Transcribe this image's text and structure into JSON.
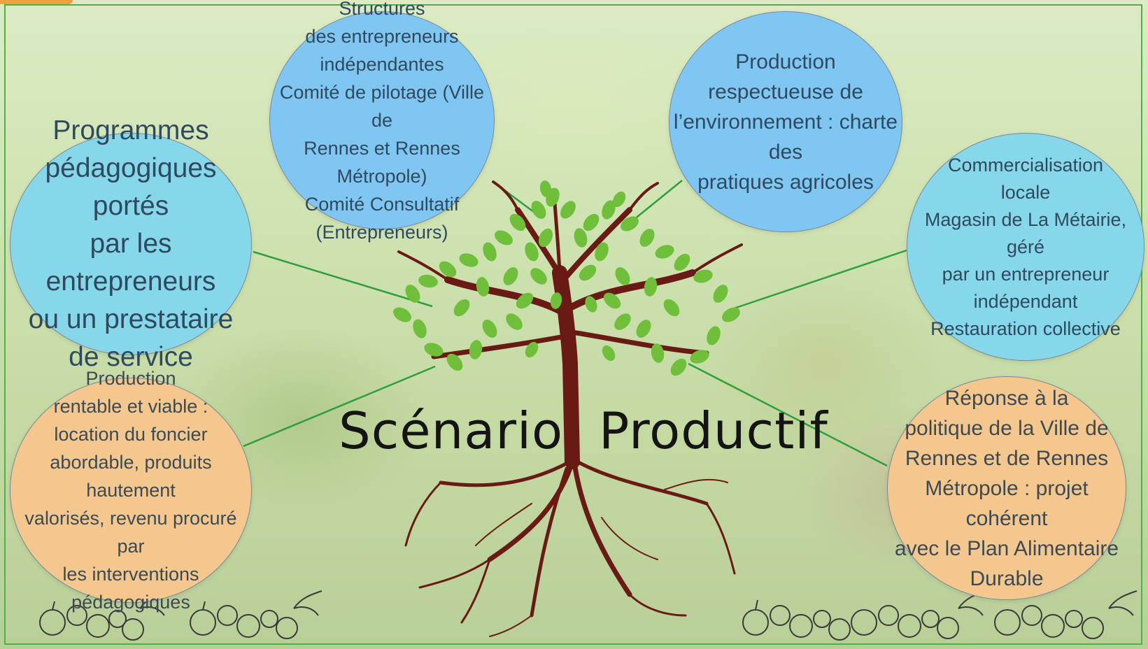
{
  "title": {
    "left": "Scénario",
    "right": "Productif"
  },
  "bubbles": {
    "structures": "Structures\ndes entrepreneurs\nindépendantes\nComité de pilotage (Ville de\nRennes et Rennes Métropole)\nComité Consultatif\n(Entrepreneurs)",
    "environnement": "Production\nrespectueuse de\nl’environnement : charte des\npratiques agricoles",
    "programmes": "Programmes\npédagogiques portés\npar les entrepreneurs\nou un prestataire\nde service",
    "commercialisation": "Commercialisation\nlocale\nMagasin de La Métairie, géré\npar un entrepreneur\nindépendant\nRestauration collective",
    "rentable": "Production\nrentable et viable :\nlocation du foncier\nabordable, produits hautement\nvalorisés, revenu procuré par\nles interventions\npédagogiques",
    "reponse": "Réponse à la\npolitique de la Ville de\nRennes et de Rennes\nMétropole : projet cohérent\navec le Plan Alimentaire\nDurable"
  },
  "colors": {
    "bubble_blue": "#7fc6f2",
    "bubble_cyan": "#86d7ea",
    "bubble_peach": "#f4c78f",
    "connector": "#2e9e3e",
    "trunk": "#6a1a14",
    "leaf": "#6fbf3a",
    "frame": "#52b04a"
  },
  "icons": [
    "tree-icon",
    "fruit-basket-icon"
  ]
}
